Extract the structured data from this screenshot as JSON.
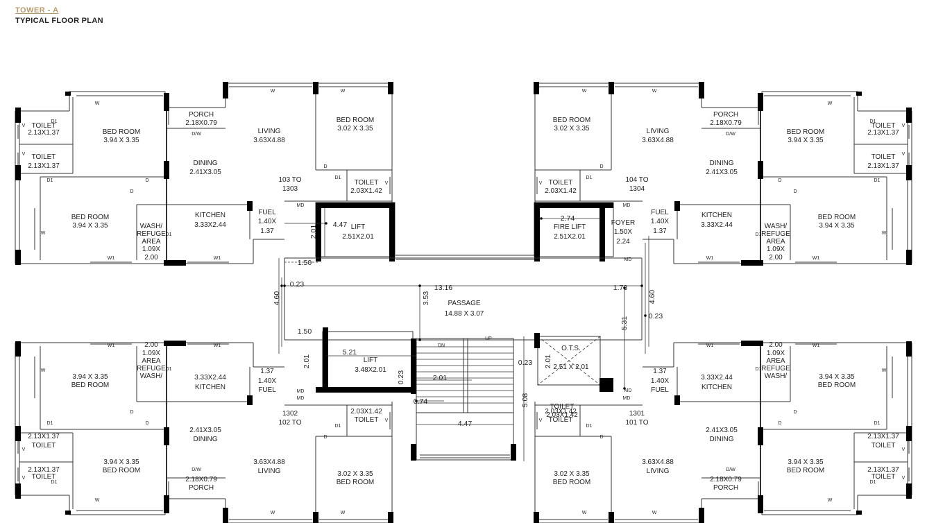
{
  "header": {
    "tower": "TOWER - A",
    "plan_title": "TYPICAL FLOOR PLAN"
  },
  "flat_numbers": [
    "103 TO",
    "1303",
    "104 TO",
    "1304",
    "102 TO",
    "1302",
    "101 TO",
    "1301"
  ],
  "rooms": {
    "toilet": "TOILET",
    "toilet_big": "2.13X1.37",
    "toilet_small": "2.03X1.42",
    "toilet_ots": "2.03X1.42",
    "bed": "BED ROOM",
    "bed_big": "3.94 X 3.35",
    "bed_small": "3.02 X 3.35",
    "porch": "PORCH",
    "porch_size": "2.18X0.79",
    "living": "LIVING",
    "living_size": "3.63X4.88",
    "dining": "DINING",
    "dining_size": "2.41X3.05",
    "kitchen": "KITCHEN",
    "kitchen_size": "3.33X2.44",
    "wash1": "WASH/",
    "wash2": "REFUGE",
    "wash3": "AREA",
    "wash4": "1.09X",
    "wash5": "2.00",
    "fuel": "FUEL",
    "fuel2": "1.40X",
    "fuel3": "1.37",
    "lift": "LIFT",
    "lift_top": "2.51X2.01",
    "lift_bottom": "3.48X2.01",
    "fire_lift": "FIRE LIFT",
    "fire_lift_size": "2.51X2.01",
    "foyer": "FOYER",
    "foyer2": "1.50X",
    "foyer3": "2.24",
    "passage": "PASSAGE",
    "passage_size": "14.88 X 3.07",
    "ots": "O.T.S.",
    "ots_size": "2.51 X 2.01"
  },
  "marks": {
    "w": "W",
    "w1": "W1",
    "v": "V",
    "d": "D",
    "d1": "D1",
    "dw": "D/W",
    "md": "MD",
    "dn": "DN",
    "up": "UP"
  },
  "dims": {
    "d274": "2.74",
    "d447": "4.47",
    "d201": "2.01",
    "d150": "1.50",
    "d023": "0.23",
    "d1316": "13.16",
    "d173": "1.73",
    "d353": "3.53",
    "d460": "4.60",
    "d531": "5.31",
    "d521": "5.21",
    "d074": "0.74",
    "d508": "5.08"
  }
}
